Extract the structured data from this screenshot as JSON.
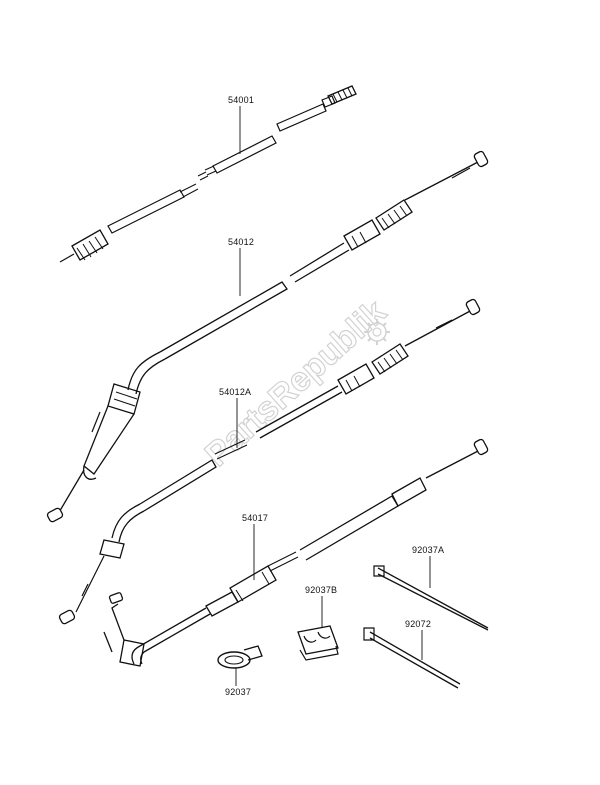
{
  "watermark": {
    "text": "PartsRepublik"
  },
  "parts": [
    {
      "id": "54001"
    },
    {
      "id": "54012"
    },
    {
      "id": "54012A"
    },
    {
      "id": "54017"
    },
    {
      "id": "92037A"
    },
    {
      "id": "92037B"
    },
    {
      "id": "92072"
    },
    {
      "id": "92037"
    }
  ]
}
